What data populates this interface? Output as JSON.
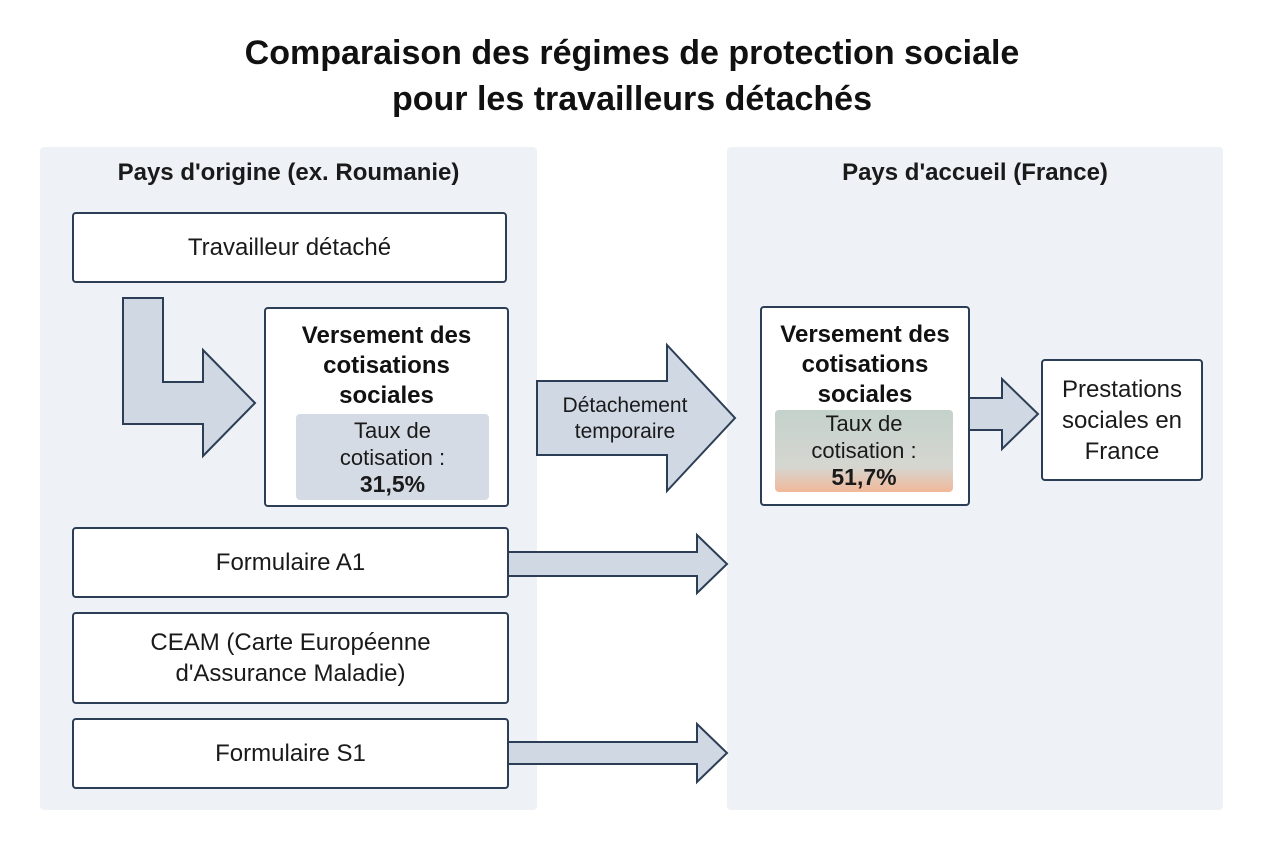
{
  "title": {
    "line1": "Comparaison des régimes de protection sociale",
    "line2": "pour les travailleurs détachés"
  },
  "origin": {
    "title": "Pays d'origine (ex. Roumanie)",
    "worker": "Travailleur détaché",
    "contributions": {
      "line1": "Versement des",
      "line2": "cotisations",
      "line3": "sociales",
      "rate_label_1": "Taux de",
      "rate_label_2": "cotisation :",
      "rate_value": "31,5%"
    },
    "form_a1": "Formulaire A1",
    "ceam_line1": "CEAM (Carte Européenne",
    "ceam_line2": "d'Assurance Maladie)",
    "form_s1": "Formulaire S1"
  },
  "transfer": {
    "line1": "Détachement",
    "line2": "temporaire"
  },
  "host": {
    "title": "Pays d'accueil (France)",
    "contributions": {
      "line1": "Versement des",
      "line2": "cotisations",
      "line3": "sociales",
      "rate_label_1": "Taux de",
      "rate_label_2": "cotisation :",
      "rate_value": "51,7%"
    },
    "benefits_line1": "Prestations",
    "benefits_line2": "sociales en",
    "benefits_line3": "France"
  },
  "colors": {
    "panel": "#eef1f6",
    "border": "#2c3e55",
    "arrow_fill": "#d0d8e4",
    "rate_left": "#d5dbe4",
    "rate_right_accent": "#f1b899"
  }
}
